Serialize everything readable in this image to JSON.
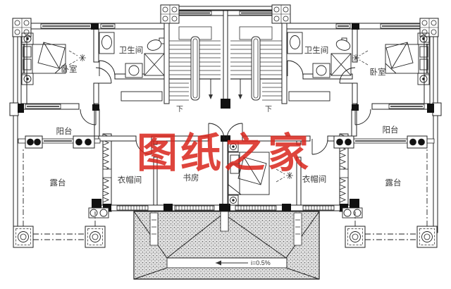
{
  "drawing": {
    "watermark": "图纸之家",
    "slope_note": "i=0.5%",
    "rooms": {
      "bedroom_left": "卧室",
      "bathroom_left": "卫生间",
      "balcony_left": "阳台",
      "terrace_left": "露台",
      "cloakroom_left": "衣帽间",
      "study": "书房",
      "bedroom_right": "卧室",
      "bathroom_right": "卫生间",
      "balcony_right": "阳台",
      "terrace_right": "露台",
      "cloakroom_right": "衣帽间",
      "stair_down_left": "下",
      "stair_down_right": "下"
    },
    "colors": {
      "line": "#222222",
      "label": "#3b3b3b",
      "watermark_red": "#d9251c",
      "paper": "#ffffff"
    }
  }
}
